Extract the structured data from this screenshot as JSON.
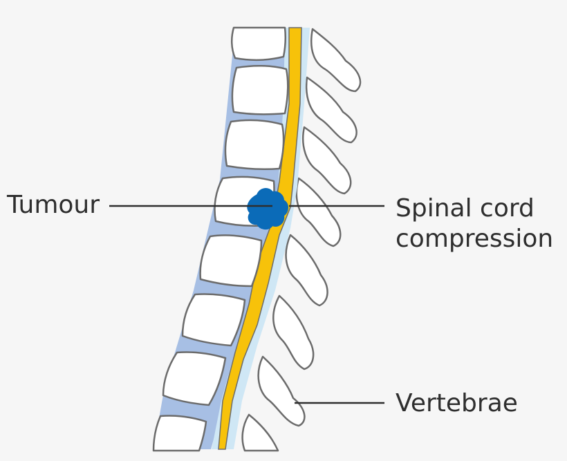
{
  "labels": {
    "tumour": "Tumour",
    "spinal_cord_line1": "Spinal cord",
    "spinal_cord_line2": "compression",
    "vertebrae": "Vertebrae"
  },
  "colors": {
    "background": "#f6f6f6",
    "bone_fill": "#ffffff",
    "outline": "#6b6b6b",
    "disc": "#a7bfe4",
    "csf": "#cfe7f5",
    "spinal_cord": "#f7c20a",
    "tumour": "#0b6bb8",
    "leader_line": "#2e2e2e"
  },
  "diagram": {
    "vertebra_count": 8
  }
}
